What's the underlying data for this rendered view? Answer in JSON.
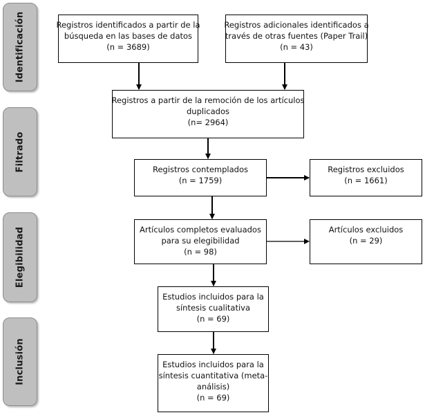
{
  "phases": {
    "identificacion": "Identificación",
    "filtrado": "Filtrado",
    "elegibilidad": "Elegibilidad",
    "inclusion": "Inclusión"
  },
  "boxes": {
    "db_records": [
      "Registros identificados a partir de la",
      "búsqueda en las bases de datos",
      "(n = 3689)"
    ],
    "other_records": [
      "Registros adicionales identificados a",
      "través de otras fuentes (Paper Trail)",
      "(n = 43)"
    ],
    "deduplicated": [
      "Registros a partir de la remoción de los artículos",
      "duplicados",
      "(n= 2964)"
    ],
    "screened": [
      "Registros contemplados",
      "(n = 1759)"
    ],
    "excluded": [
      "Registros excluidos",
      "(n = 1661)"
    ],
    "full_text": [
      "Artículos completos evaluados",
      "para su elegibilidad",
      "(n = 98)"
    ],
    "full_text_excluded": [
      "Artículos excluidos",
      "(n = 29)"
    ],
    "qualitative": [
      "Estudios incluidos para la",
      "síntesis cualitativa",
      "(n = 69)"
    ],
    "quantitative": [
      "Estudios incluidos para la",
      "síntesis cuantitativa (meta-",
      "análisis)",
      "(n = 69)"
    ]
  }
}
